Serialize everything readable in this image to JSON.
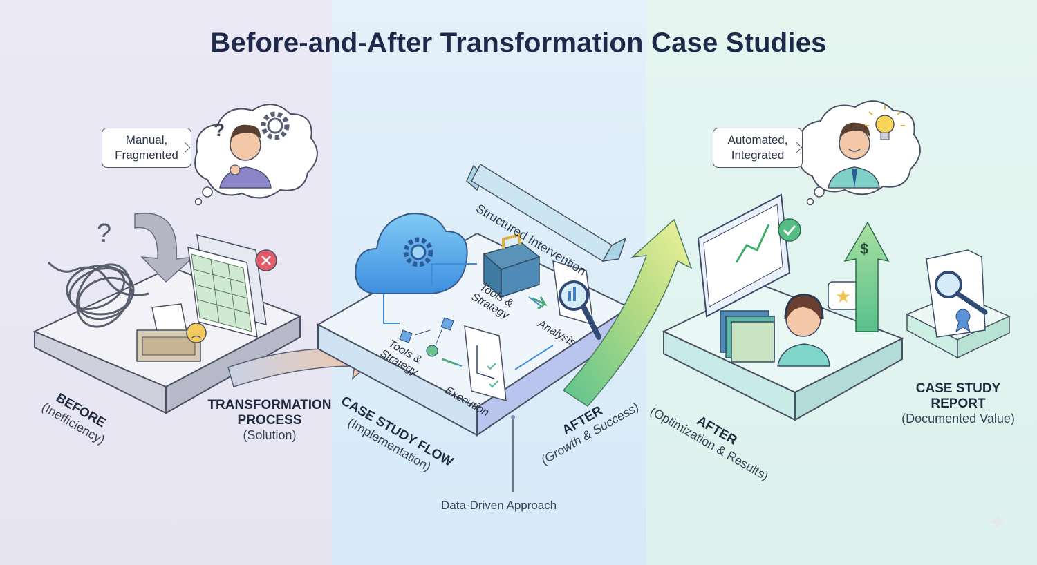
{
  "title": "Before-and-After Transformation Case Studies",
  "bubbles": {
    "before": "Manual, Fragmented",
    "after": "Automated, Integrated"
  },
  "banner": "Structured Intervention",
  "platform_labels": {
    "tools_1": "Tools & Strategy",
    "tools_2": "Tools & Strategy",
    "analysis": "Analysis",
    "execution": "Execution"
  },
  "stages": {
    "before": {
      "title": "BEFORE",
      "sub": "(Inefficiency)"
    },
    "transformation": {
      "title": "TRANSFORMATION PROCESS",
      "sub": "(Solution)"
    },
    "case_flow": {
      "title": "CASE STUDY FLOW",
      "sub": "(Implementation)"
    },
    "after_growth": {
      "title": "AFTER",
      "sub": "(Growth & Success)"
    },
    "after_results": {
      "title": "AFTER",
      "sub": "(Optimization & Results)"
    },
    "report": {
      "title_line1": "CASE STUDY",
      "title_line2": "REPORT",
      "sub": "(Documented Value)"
    }
  },
  "callout": "Data-Driven Approach",
  "icons": {
    "confused_person": "person-thinking-icon",
    "happy_person": "person-smiling-icon",
    "gear": "gear-icon",
    "lightbulb": "lightbulb-icon",
    "cloud": "cloud-gear-icon",
    "toolbox": "toolbox-icon",
    "magnifier": "magnifier-chart-icon",
    "dashboard": "dashboard-chart-icon",
    "agent": "support-agent-icon",
    "report": "report-certificate-icon",
    "dollar_arrow": "dollar-arrow-icon"
  },
  "colors": {
    "title": "#1f2a4a",
    "accent_blue": "#4aa8e8",
    "accent_green": "#4fbf8f",
    "error": "#e05a6a"
  }
}
